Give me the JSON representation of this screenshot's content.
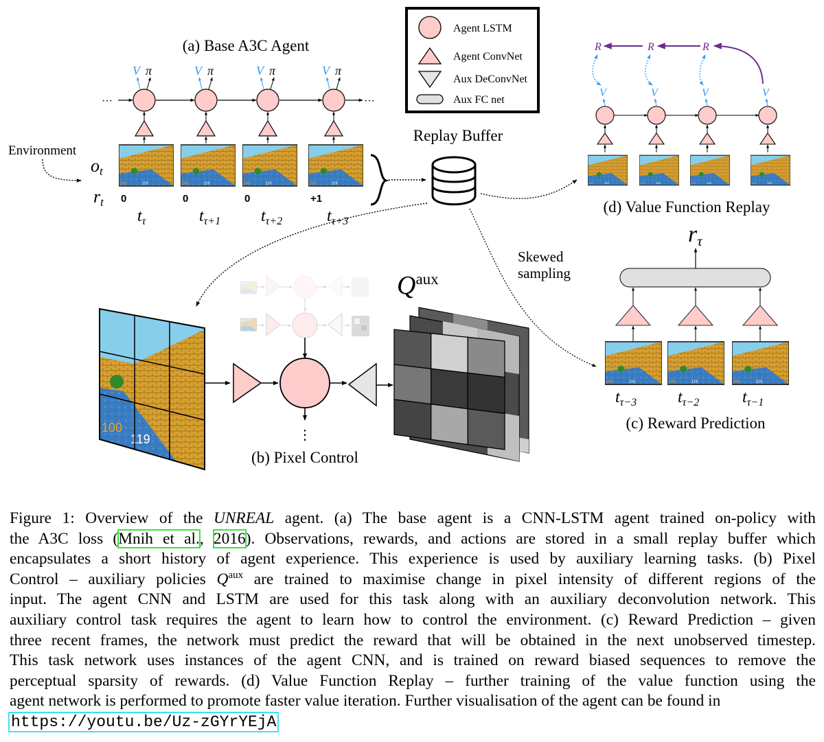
{
  "legend": {
    "items": [
      {
        "shape": "circle",
        "label": "Agent LSTM",
        "fill": "#ffcccc"
      },
      {
        "shape": "triangle-up",
        "label": "Agent ConvNet",
        "fill": "#ffcccc"
      },
      {
        "shape": "triangle-down",
        "label": "Aux DeConvNet",
        "fill": "#e6e6e6"
      },
      {
        "shape": "pill",
        "label": "Aux FC net",
        "fill": "#e0e0e0"
      }
    ]
  },
  "panel_a": {
    "title": "(a) Base A3C Agent",
    "environment_label": "Environment",
    "obs_label": "o",
    "obs_sub": "t",
    "reward_label": "r",
    "reward_sub": "t",
    "output_v": "V",
    "output_pi": "π",
    "ellipsis": "···",
    "timesteps": [
      {
        "label": "t",
        "sub": "τ",
        "reward": "0"
      },
      {
        "label": "t",
        "sub": "τ+1",
        "reward": "0"
      },
      {
        "label": "t",
        "sub": "τ+2",
        "reward": "0"
      },
      {
        "label": "t",
        "sub": "τ+3",
        "reward": "+1"
      }
    ]
  },
  "replay_buffer": {
    "label": "Replay Buffer",
    "icon": "database-icon"
  },
  "panel_b": {
    "title": "(b) Pixel Control",
    "q_label": "Q",
    "q_sup": "aux",
    "hud_health": "100",
    "hud_ammo": "119",
    "q_grid_front": [
      [
        "#555555",
        "#d0d0d0",
        "#8a8a8a"
      ],
      [
        "#777777",
        "#3a3a3a",
        "#333333"
      ],
      [
        "#444444",
        "#a8a8a8",
        "#5a5a5a"
      ]
    ]
  },
  "panel_c": {
    "title": "(c) Reward Prediction",
    "output_label": "r",
    "output_sub": "τ",
    "sampling_label_1": "Skewed",
    "sampling_label_2": "sampling",
    "timesteps": [
      {
        "label": "t",
        "sub": "τ−3"
      },
      {
        "label": "t",
        "sub": "τ−2"
      },
      {
        "label": "t",
        "sub": "τ−1"
      }
    ]
  },
  "panel_d": {
    "title": "(d) Value Function Replay",
    "return_label": "R",
    "value_label": "V"
  },
  "colors": {
    "lstm_fill": "#ffcccc",
    "value_blue": "#3399ee",
    "return_purple": "#6a2c91",
    "sky": "#87ceeb",
    "wall": "#d9a030",
    "floor": "#3a7cc0"
  },
  "caption": {
    "lines": [
      [
        "Figure 1: Overview of the ",
        {
          "em": "UNREAL"
        },
        " agent. (a) The base agent is a CNN-LSTM agent trained on-policy with"
      ],
      [
        "the A3C loss (",
        {
          "cite": "Mnih et al."
        },
        ", ",
        {
          "cite": "2016"
        },
        "). Observations, rewards, and actions are stored in a small replay buffer which"
      ],
      [
        "encapsulates a short history of agent experience. This experience is used by auxiliary learning tasks. (b) Pixel"
      ],
      [
        "Control – auxiliary policies ",
        {
          "q": "Q",
          "sup": "aux"
        },
        " are trained to maximise change in pixel intensity of different regions of the"
      ],
      [
        "input. The agent CNN and LSTM are used for this task along with an auxiliary deconvolution network. This"
      ],
      [
        "auxiliary control task requires the agent to learn how to control the environment. (c) Reward Prediction – given"
      ],
      [
        "three recent frames, the network must predict the reward that will be obtained in the next unobserved timestep."
      ],
      [
        "This task network uses instances of the agent CNN, and is trained on reward biased sequences to remove the"
      ],
      [
        "perceptual sparsity of rewards. (d) Value Function Replay – further training of the value function using the"
      ],
      [
        "agent network is performed to promote faster value iteration. Further visualisation of the agent can be found in"
      ],
      [
        {
          "url": "https://youtu.be/Uz-zGYrYEjA"
        }
      ]
    ]
  }
}
